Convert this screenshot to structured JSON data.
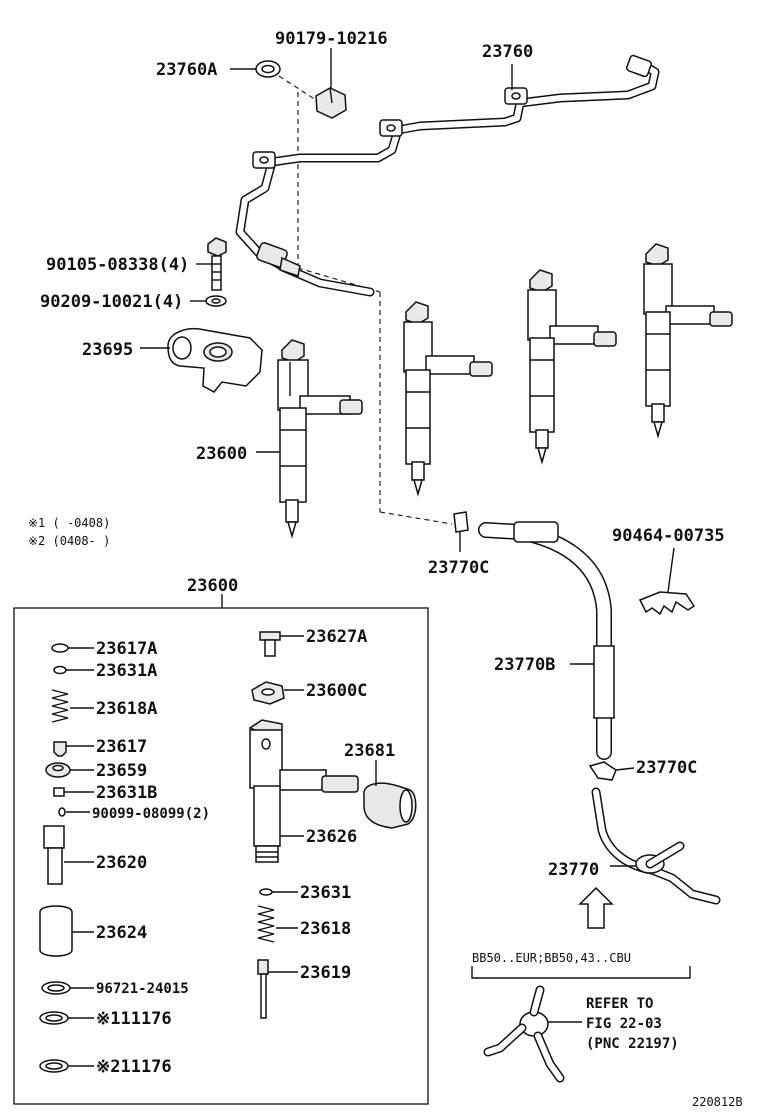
{
  "labels": {
    "p90179": "90179-10216",
    "p23760A": "23760A",
    "p23760": "23760",
    "p90105": "90105-08338(4)",
    "p90209": "90209-10021(4)",
    "p23695": "23695",
    "p23600": "23600",
    "note1": "※1 (    -0408)",
    "note2": "※2 (0408-    )",
    "p23770C_top": "23770C",
    "p90464": "90464-00735",
    "box_title": "23600",
    "p23770B": "23770B",
    "p23617A": "23617A",
    "p23631A": "23631A",
    "p23618A": "23618A",
    "p23617": "23617",
    "p23659": "23659",
    "p23631B": "23631B",
    "p90099": "90099-08099(2)",
    "p23620": "23620",
    "p23624": "23624",
    "p96721": "96721-24015",
    "p11176a": "※111176",
    "p11176b": "※211176",
    "p23627A": "23627A",
    "p23600C": "23600C",
    "p23681": "23681",
    "p23626": "23626",
    "p23631": "23631",
    "p23618": "23618",
    "p23619": "23619",
    "p23770C_bot": "23770C",
    "p23770": "23770",
    "variant": "BB50..EUR;BB50,43..CBU",
    "refer1": "REFER TO",
    "refer2": "FIG 22-03",
    "refer3": "(PNC 22197)",
    "figure_id": "220812B"
  }
}
